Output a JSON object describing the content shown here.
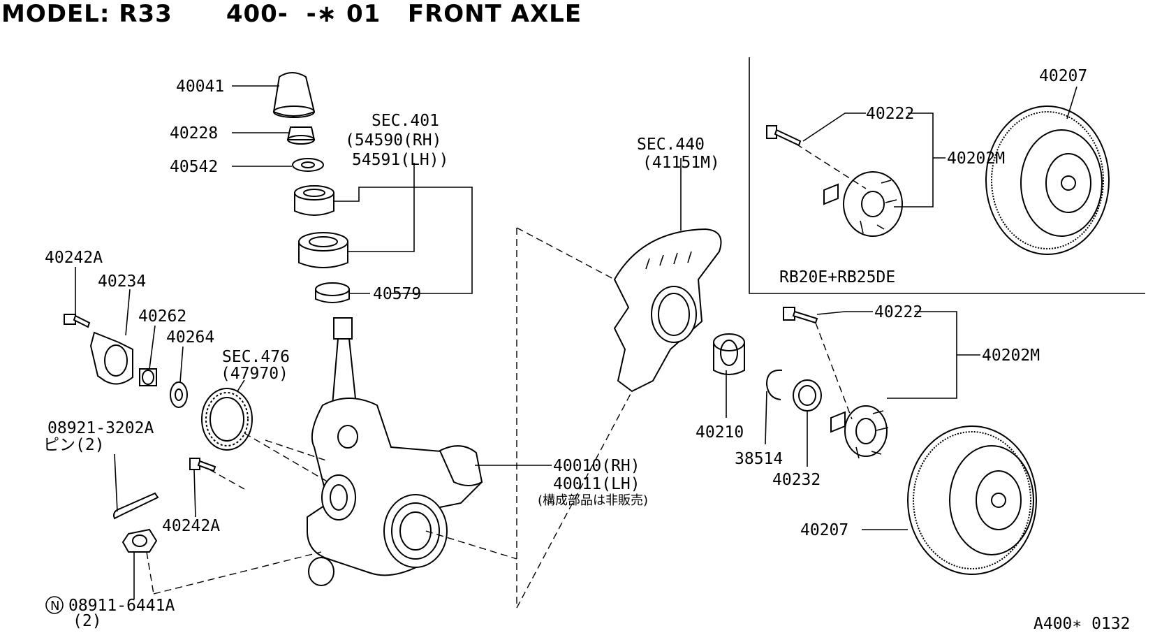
{
  "header": {
    "model": "MODEL: R33",
    "section": "400-  -∗ 01",
    "name": "FRONT AXLE"
  },
  "callouts": {
    "p40041": "40041",
    "p40228": "40228",
    "p40542": "40542",
    "sec401": "SEC.401",
    "p54590": "(54590(RH)",
    "p54591": "54591(LH))",
    "p40579": "40579",
    "p40242a_top": "40242A",
    "p40234": "40234",
    "p40262": "40262",
    "p40264": "40264",
    "sec476": "SEC.476",
    "p47970": "(47970)",
    "p08921": "08921-3202A",
    "pin2": "ピン(2)",
    "p40242a_bot": "40242A",
    "n_mark": "N",
    "p08911": "08911-6441A",
    "qty2": "(2)",
    "p40010": "40010(RH)",
    "p40011": "40011(LH)",
    "notsold": "(構成部品は非販売)",
    "sec440": "SEC.440",
    "p41151m": "(41151M)",
    "p40210": "40210",
    "p38514": "38514",
    "p40232": "40232",
    "p40222_top": "40222",
    "p40202m_top": "40202M",
    "p40207_top": "40207",
    "engine": "RB20E+RB25DE",
    "p40222_mid": "40222",
    "p40202m_mid": "40202M",
    "p40207_bot": "40207"
  },
  "footer": {
    "diagram_id": "A400∗ 0132"
  }
}
